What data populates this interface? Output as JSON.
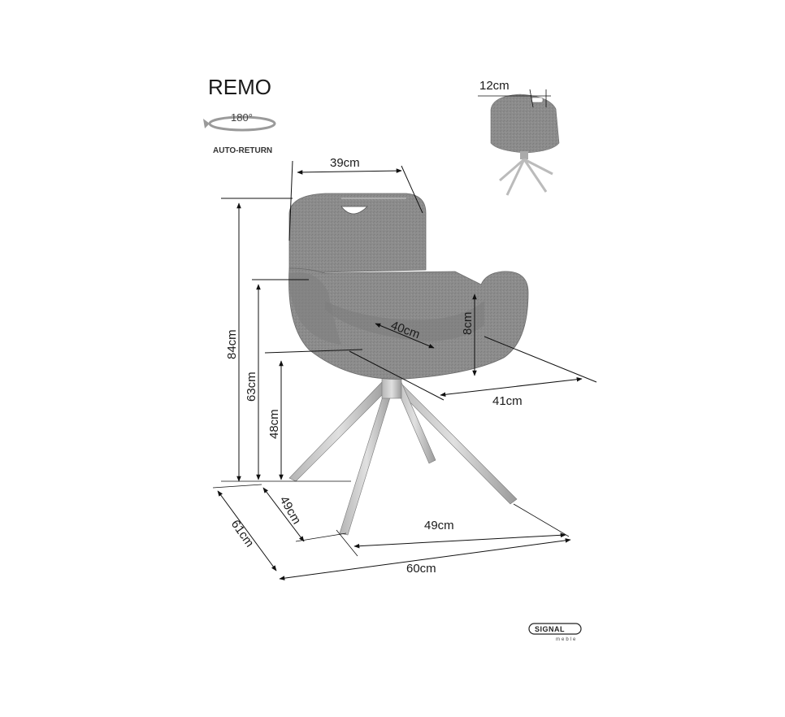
{
  "product": {
    "name": "REMO",
    "rotation": "180°",
    "rotation_mode": "AUTO-RETURN"
  },
  "dimensions": {
    "handle_width": "12cm",
    "backrest_width": "39cm",
    "seat_depth": "40cm",
    "armrest_height": "8cm",
    "seat_width": "41cm",
    "total_height": "84cm",
    "armrest_total_height": "63cm",
    "seat_height": "48cm",
    "base_depth": "49cm",
    "base_width": "49cm",
    "total_depth": "61cm",
    "total_width": "60cm"
  },
  "brand": {
    "name": "SIGNAL",
    "sub": "meble"
  },
  "colors": {
    "upholstery": "#8a8a8a",
    "upholstery_dark": "#6b6b6b",
    "legs": "#9a9a9a",
    "ink": "#111111"
  }
}
